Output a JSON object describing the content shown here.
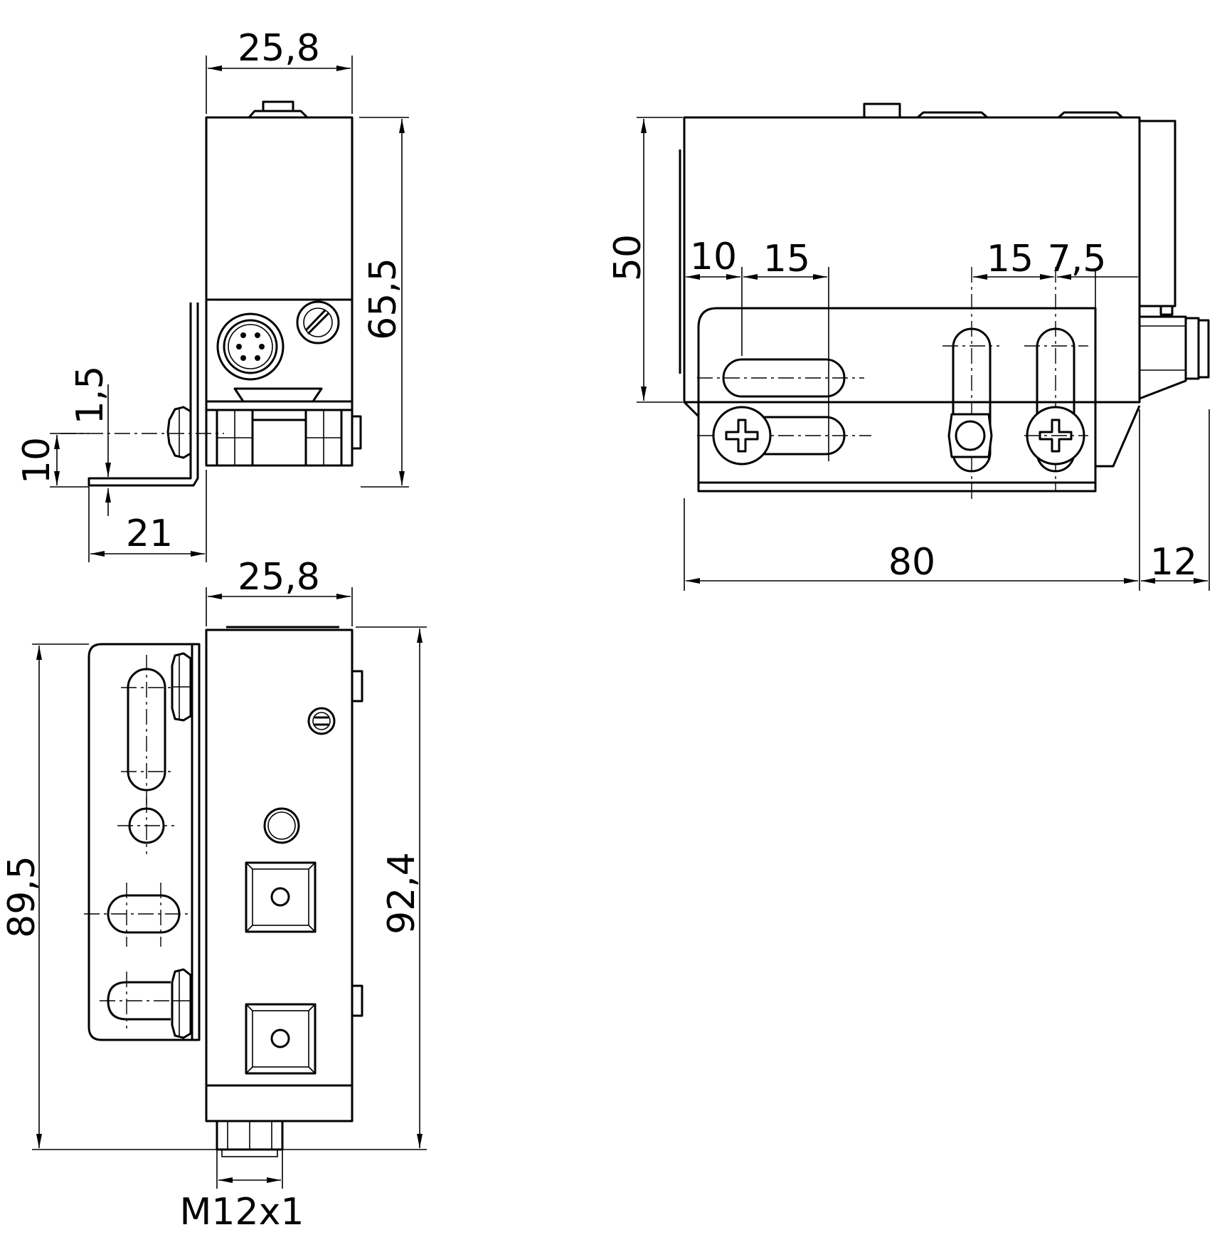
{
  "dimensions": {
    "front_width": "25,8",
    "front_height": "65,5",
    "bracket_thickness": "1,5",
    "bracket_height": "10",
    "bracket_offset": "21",
    "side_height": "50",
    "slot_offset_left": "10",
    "slot_length_left": "15",
    "slot_length_right": "15",
    "slot_offset_right": "7,5",
    "side_length": "80",
    "connector_length": "12",
    "top_width": "25,8",
    "bracket_length": "89,5",
    "top_length": "92,4",
    "connector_thread": "M12x1"
  }
}
